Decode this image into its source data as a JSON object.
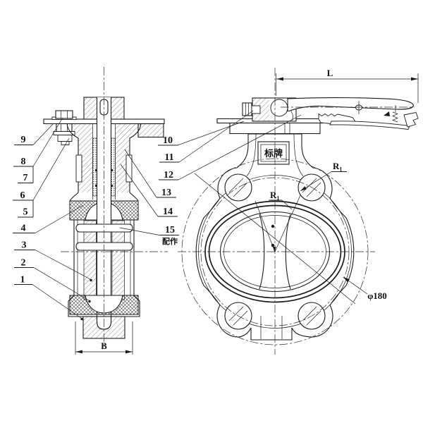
{
  "colors": {
    "background": "#ffffff",
    "line": "#1b1b1b"
  },
  "labels": {
    "dim_length": "L",
    "dim_width": "B",
    "bolt_circle": "φ180",
    "radius": "R",
    "radius_sub": "1",
    "nameplate": "标牌",
    "fit_note": "配作"
  },
  "callouts": {
    "left": [
      "9",
      "8",
      "7",
      "6",
      "5",
      "4",
      "3",
      "2",
      "1"
    ],
    "right": [
      "10",
      "11",
      "12",
      "13",
      "14",
      "15"
    ]
  }
}
